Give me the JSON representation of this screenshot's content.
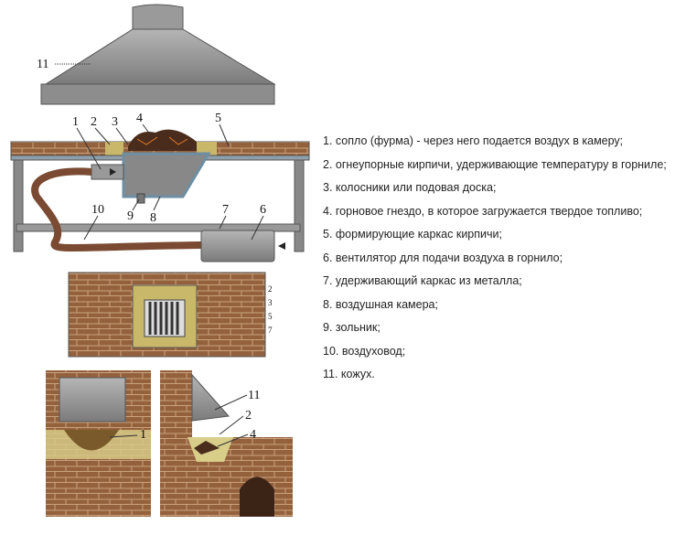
{
  "labels": {
    "n1": "1",
    "n2": "2",
    "n3": "3",
    "n4": "4",
    "n5": "5",
    "n6": "6",
    "n7": "7",
    "n8": "8",
    "n9": "9",
    "n10": "10",
    "n11": "11"
  },
  "legend": [
    "1. сопло (фурма) - через него подается воздух в камеру;",
    "2. огнеупорные кирпичи, удерживающие температуру в горниле;",
    "3. колосники или подовая доска;",
    "4. горновое гнездо, в которое загружается твердое топливо;",
    "5. формирующие каркас кирпичи;",
    "6. вентилятор для подачи воздуха в горнило;",
    "7. удерживающий каркас из металла;",
    "8. воздушная камера;",
    "9. зольник;",
    "10. воздуховод;",
    "11. кожух."
  ],
  "colors": {
    "brick": "#8a5a3a",
    "metal": "#8c8c8c",
    "clay": "#c9b86a",
    "frame": "#7a8a96"
  }
}
